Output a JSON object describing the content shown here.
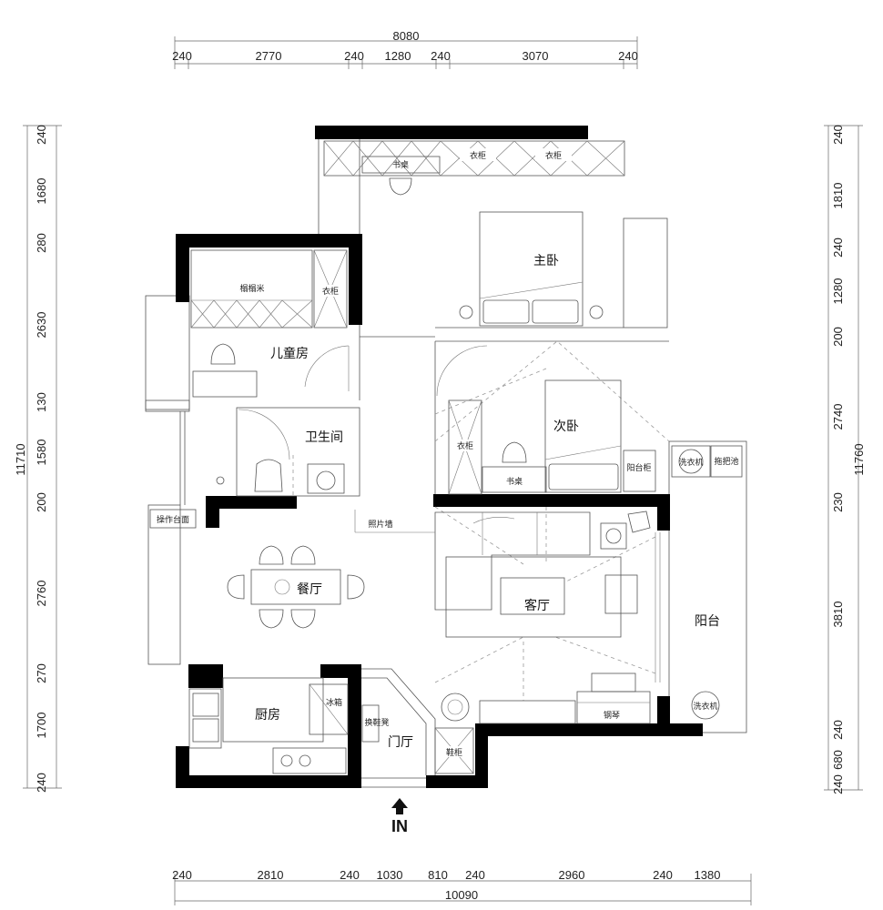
{
  "dimensions": {
    "top_total": "8080",
    "top_segments": [
      "240",
      "2770",
      "240",
      "1280",
      "240",
      "3070",
      "240"
    ],
    "bottom_total": "10090",
    "bottom_segments": [
      "240",
      "2810",
      "240",
      "1030",
      "810",
      "240",
      "2960",
      "240",
      "1380"
    ],
    "left_total": "11710",
    "left_segments": [
      "240",
      "1680",
      "280",
      "2630",
      "130",
      "1580",
      "200",
      "2760",
      "270",
      "1700",
      "240"
    ],
    "right_total": "11760",
    "right_segments": [
      "240",
      "1810",
      "240",
      "1280",
      "200",
      "2740",
      "230",
      "3810",
      "240",
      "680",
      "240"
    ]
  },
  "rooms": {
    "master_bedroom": "主卧",
    "kids_room": "儿童房",
    "bathroom": "卫生间",
    "second_bedroom": "次卧",
    "dining": "餐厅",
    "living": "客厅",
    "balcony": "阳台",
    "kitchen": "厨房",
    "entrance": "门厅"
  },
  "labels": {
    "wardrobe_1": "衣柜",
    "wardrobe_2": "衣柜",
    "wardrobe_3": "衣柜",
    "wardrobe_4": "衣柜",
    "desk_1": "书桌",
    "desk_2": "书桌",
    "tatami": "榻榻米",
    "counter": "操作台面",
    "photo_wall": "照片墙",
    "balcony_cabinet": "阳台柜",
    "washer_1": "洗衣机",
    "mop_pool": "拖把池",
    "washer_2": "洗衣机",
    "shoe_bench": "换鞋凳",
    "shoe_cabinet": "鞋柜",
    "piano": "钢琴",
    "fridge": "冰箱"
  },
  "entrance_marker": "IN"
}
